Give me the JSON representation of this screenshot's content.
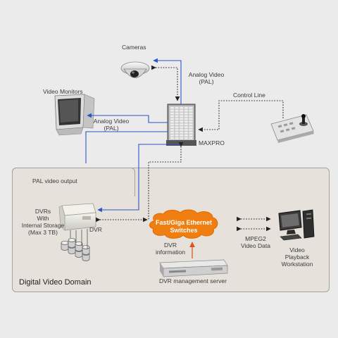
{
  "labels": {
    "cameras": "Cameras",
    "video_monitors": "Video Monitors",
    "analog_video_cam_1": "Analog Video",
    "analog_video_cam_2": "(PAL)",
    "analog_video_mon_1": "Analog Video",
    "analog_video_mon_2": "(PAL)",
    "control_line": "Control Line",
    "maxpro": "MAXPRO",
    "pal_video_output": "PAL video output",
    "dvrs_1": "DVRs",
    "dvrs_2": "With",
    "dvrs_3": "Internal Storage",
    "dvrs_4": "(Max 3 TB)",
    "dvr": "DVR",
    "switch_1": "Fast/Giga Ethernet",
    "switch_2": "Switches",
    "dvr_info_1": "DVR",
    "dvr_info_2": "information",
    "mpeg2_1": "MPEG2",
    "mpeg2_2": "Video Data",
    "workstation_1": "Video",
    "workstation_2": "Playback",
    "workstation_3": "Workstation",
    "dvr_mgmt_server": "DVR management server",
    "domain_title": "Digital Video Domain"
  },
  "colors": {
    "background": "#ebebeb",
    "domain_fill": "#e6e2db",
    "domain_border": "#a6a29b",
    "analog_line": "#2b55c8",
    "dotted_line": "#222222",
    "switch_cloud": "#f07e10",
    "mgmt_arrow": "#d9541e"
  },
  "icons": [
    "dome-camera-icon",
    "crt-monitor-icon",
    "maxpro-matrix-icon",
    "ptz-keyboard-icon",
    "dvr-unit-icon",
    "storage-disks-icon",
    "ethernet-switch-cloud-icon",
    "rack-server-icon",
    "workstation-pc-icon"
  ]
}
